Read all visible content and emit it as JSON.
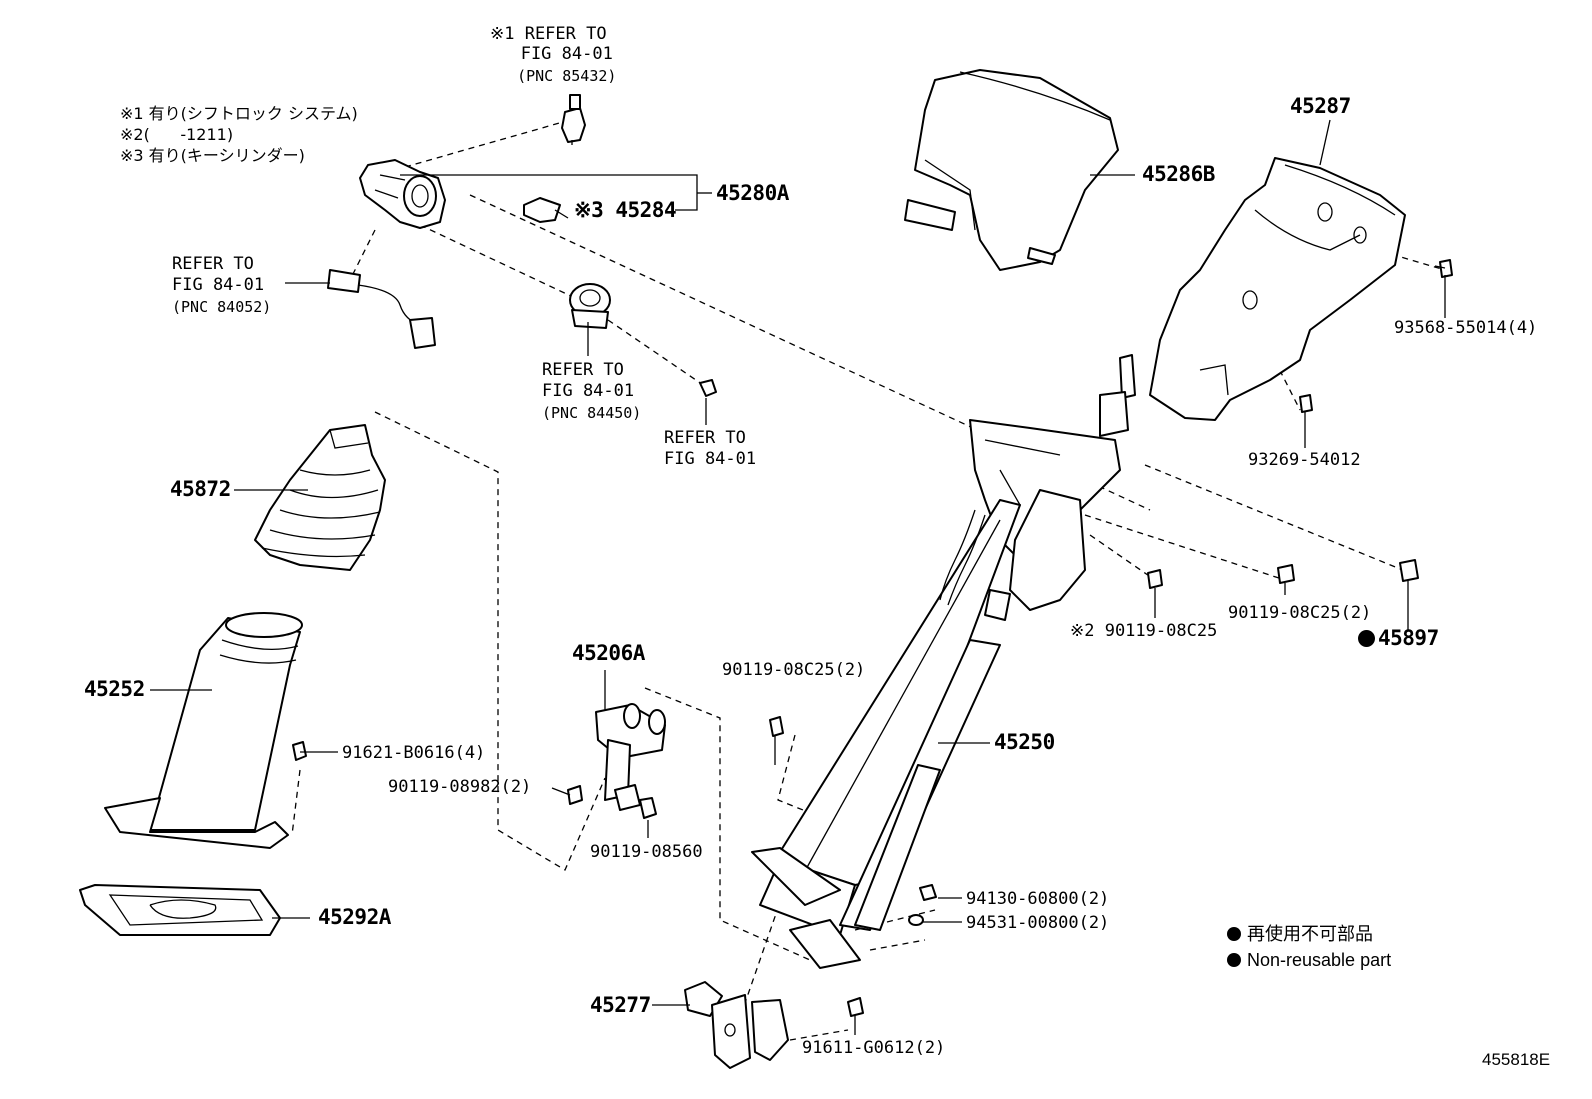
{
  "notes": {
    "n1": "※1 有り(シフトロック システム)",
    "n2": "※2(      -1211)",
    "n3": "※3 有り(キーシリンダー)"
  },
  "refs": {
    "r85432": [
      "※1 REFER TO",
      "   FIG 84-01",
      "   (PNC 85432)"
    ],
    "r84052": [
      "REFER TO",
      "FIG 84-01",
      "(PNC 84052)"
    ],
    "r84450": [
      "REFER TO",
      "FIG 84-01",
      "(PNC 84450)"
    ],
    "rplain": [
      "REFER TO",
      "FIG 84-01"
    ]
  },
  "parts": {
    "p45280A": "45280A",
    "p45284": "※3 45284",
    "p45286B": "45286B",
    "p45287": "45287",
    "p93568": "93568-55014(4)",
    "p93269": "93269-54012",
    "p45872": "45872",
    "p45252": "45252",
    "p91621": "91621-B0616(4)",
    "p45292A": "45292A",
    "p45206A": "45206A",
    "p90119_08982": "90119-08982(2)",
    "p90119_08560": "90119-08560",
    "p90119_08C25_left": "90119-08C25(2)",
    "p90119_08C25_mid": "※2 90119-08C25",
    "p90119_08C25_right": "90119-08C25(2)",
    "p45897": "45897",
    "p45250": "45250",
    "p94130": "94130-60800(2)",
    "p94531": "94531-00800(2)",
    "p45277": "45277",
    "p91611": "91611-G0612(2)"
  },
  "legend": {
    "jp": "再使用不可部品",
    "en": "Non-reusable part"
  },
  "figure_id": "455818E"
}
